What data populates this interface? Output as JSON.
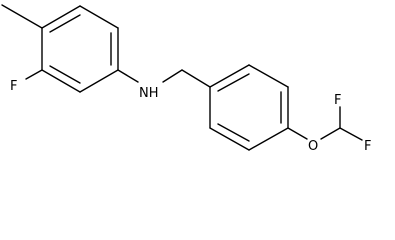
{
  "atoms": {
    "fluorine_ring": "F",
    "amine": "NH",
    "ether_oxygen": "O",
    "difluoro_f_top": "F",
    "difluoro_f_right": "F"
  }
}
